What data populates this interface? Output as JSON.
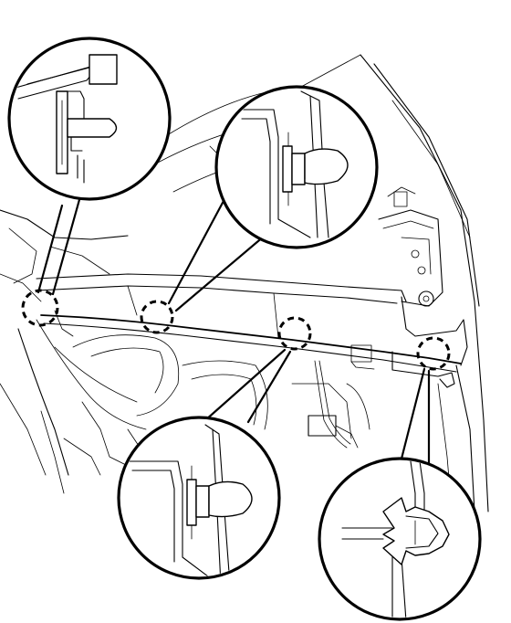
{
  "diagram": {
    "kind": "line-drawing",
    "subject": "trim-panel-clip-locations",
    "callouts": [
      {
        "id": "top-left",
        "clip": "claw-clip"
      },
      {
        "id": "top-center",
        "clip": "button-clip"
      },
      {
        "id": "bottom-center",
        "clip": "button-clip"
      },
      {
        "id": "bottom-right",
        "clip": "snap-clip"
      }
    ],
    "markers": 4,
    "colors": {
      "line": "#000000",
      "background": "#ffffff"
    }
  }
}
